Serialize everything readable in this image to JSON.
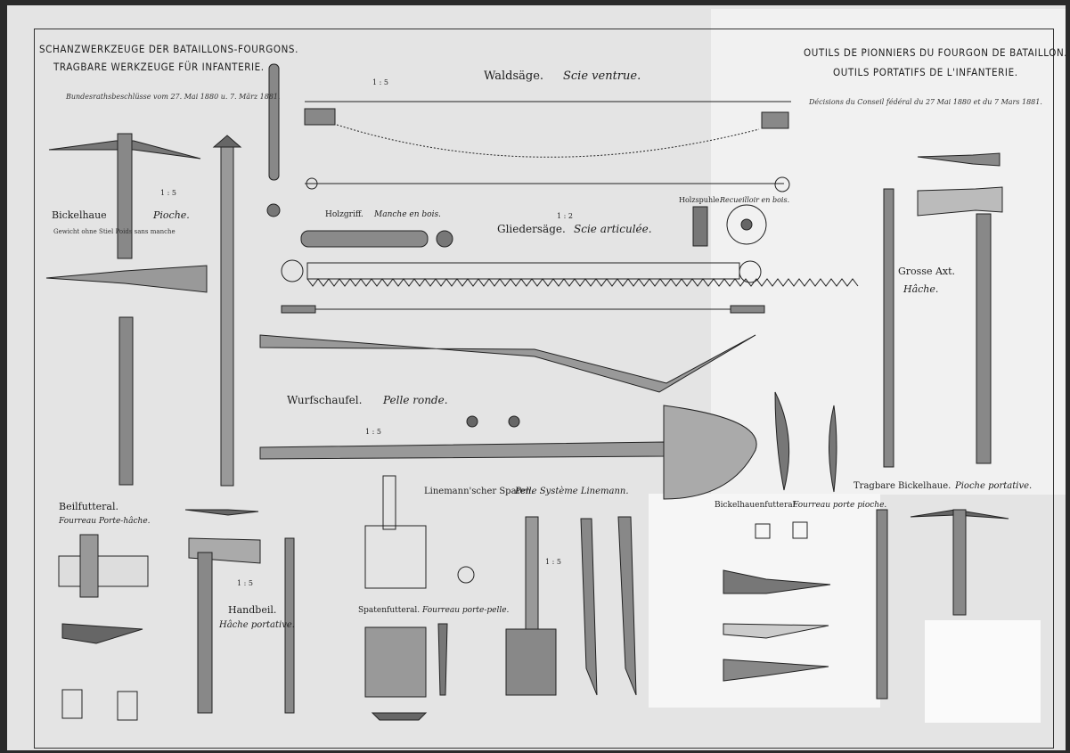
{
  "header": {
    "german_line1": "SCHANZWERKZEUGE DER BATAILLONS-FOURGONS.",
    "german_line2": "TRAGBARE WERKZEUGE FÜR INFANTERIE.",
    "german_decree": "Bundesrathsbeschlüsse vom 27. Mai 1880 u. 7. März 1881.",
    "french_line1": "OUTILS DE PIONNIERS DU FOURGON DE BATAILLON.",
    "french_line2": "OUTILS PORTATIFS DE L'INFANTERIE.",
    "french_decree": "Décisions du Conseil fédéral du 27 Mai 1880 et du 7 Mars 1881."
  },
  "sections": {
    "bow_saw": {
      "de": "Waldsäge.",
      "fr": "Scie ventrue.",
      "scale": "1 : 5"
    },
    "pickaxe": {
      "de": "Bickelhaue",
      "fr": "Pioche.",
      "scale": "1 : 5",
      "note": "Gewicht ohne Stiel   Poids sans manche"
    },
    "grip": {
      "de": "Holzgriff.",
      "fr": "Manche en bois."
    },
    "chain_saw": {
      "de": "Gliedersäge.",
      "fr": "Scie articulée.",
      "scale": "1 : 2"
    },
    "reel": {
      "de": "Holzspuhle.",
      "fr": "Recueilloir en bois."
    },
    "large_axe": {
      "de": "Grosse Axt.",
      "fr": "Hâche."
    },
    "round_shovel": {
      "de": "Wurfschaufel.",
      "fr": "Pelle ronde.",
      "scale": "1 : 5"
    },
    "hatchet_sheath": {
      "de": "Beilfutteral.",
      "fr": "Fourreau Porte-hâche."
    },
    "hand_axe": {
      "de": "Handbeil.",
      "fr": "Hâche portative.",
      "scale": "1 : 5"
    },
    "linemann_spade": {
      "de": "Linemann'scher Spaten.",
      "fr": "Pelle Système Linemann.",
      "scale": "1 : 5"
    },
    "spade_sheath": {
      "de": "Spatenfutteral.",
      "fr": "Fourreau porte-pelle."
    },
    "pickaxe_sheath": {
      "de": "Bickelhauenfutteral.",
      "fr": "Fourreau porte pioche."
    },
    "portable_pickaxe": {
      "de": "Tragbare Bickelhaue.",
      "fr": "Pioche portative."
    }
  }
}
